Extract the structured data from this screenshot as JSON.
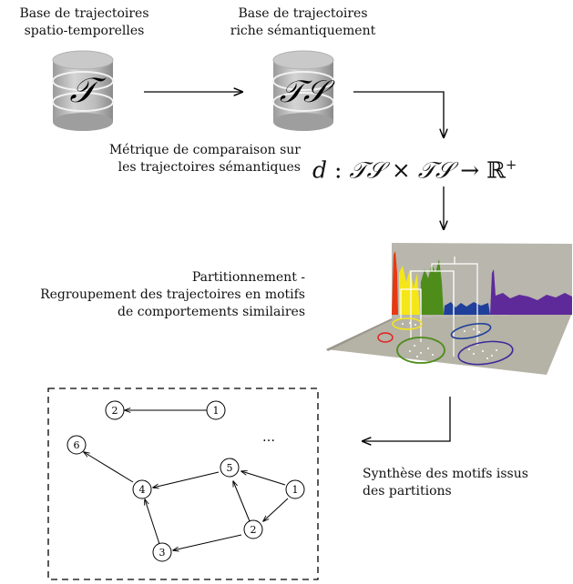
{
  "labels": {
    "db1_caption": [
      "Base de trajectoires",
      "spatio-temporelles"
    ],
    "db2_caption": [
      "Base de trajectoires",
      "riche sémantiquement"
    ],
    "metric_caption": [
      "Métrique de comparaison sur",
      "les trajectoires sémantiques"
    ],
    "partition_caption": [
      "Partitionnement -",
      "Regroupement des trajectoires en motifs",
      "de comportements similaires"
    ],
    "synthesis_caption": [
      "Synthèse des motifs issus",
      "des partitions"
    ]
  },
  "database_symbols": {
    "db1": "𝒯",
    "db2": "𝒯𝒮"
  },
  "formula": {
    "var": "d",
    "colon": ":",
    "left": "𝒯𝒮",
    "times": "×",
    "right": "𝒯𝒮",
    "arrow": "→",
    "codomain": "ℝ",
    "sup": "+"
  },
  "graph": {
    "nodes": [
      {
        "id": "top-1",
        "label": "1"
      },
      {
        "id": "top-2",
        "label": "2"
      },
      {
        "id": "n6",
        "label": "6"
      },
      {
        "id": "n5",
        "label": "5"
      },
      {
        "id": "n4",
        "label": "4"
      },
      {
        "id": "n1",
        "label": "1"
      },
      {
        "id": "n2",
        "label": "2"
      },
      {
        "id": "n3",
        "label": "3"
      }
    ],
    "ellipsis": "…"
  }
}
